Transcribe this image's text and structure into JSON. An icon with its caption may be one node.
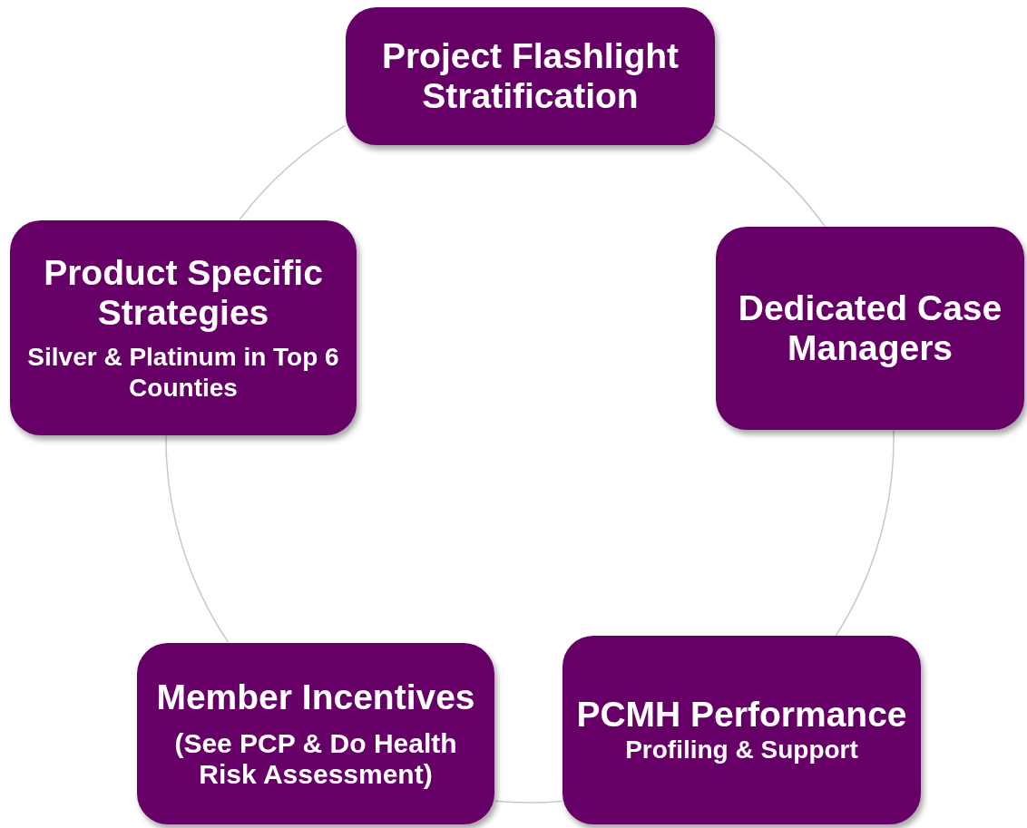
{
  "diagram": {
    "nodes": [
      {
        "text": [
          "Project Flashlight Stratification"
        ]
      },
      {
        "text": [
          "Product Specific Strategies",
          "Silver & Platinum in Top 6 Counties"
        ]
      },
      {
        "text": [
          "Dedicated Case Managers"
        ]
      },
      {
        "text": [
          "Member Incentives",
          "(See PCP & Do Health Risk Assessment)"
        ]
      },
      {
        "text": [
          "PCMH Performance",
          "Profiling & Support"
        ]
      }
    ],
    "edges": [
      {
        "from": 0,
        "to": 2,
        "arrow": "none"
      },
      {
        "from": 2,
        "to": 4,
        "arrow": "none"
      },
      {
        "from": 4,
        "to": 3,
        "arrow": "none"
      },
      {
        "from": 3,
        "to": 1,
        "arrow": "none"
      },
      {
        "from": 1,
        "to": 0,
        "arrow": "none"
      }
    ]
  }
}
